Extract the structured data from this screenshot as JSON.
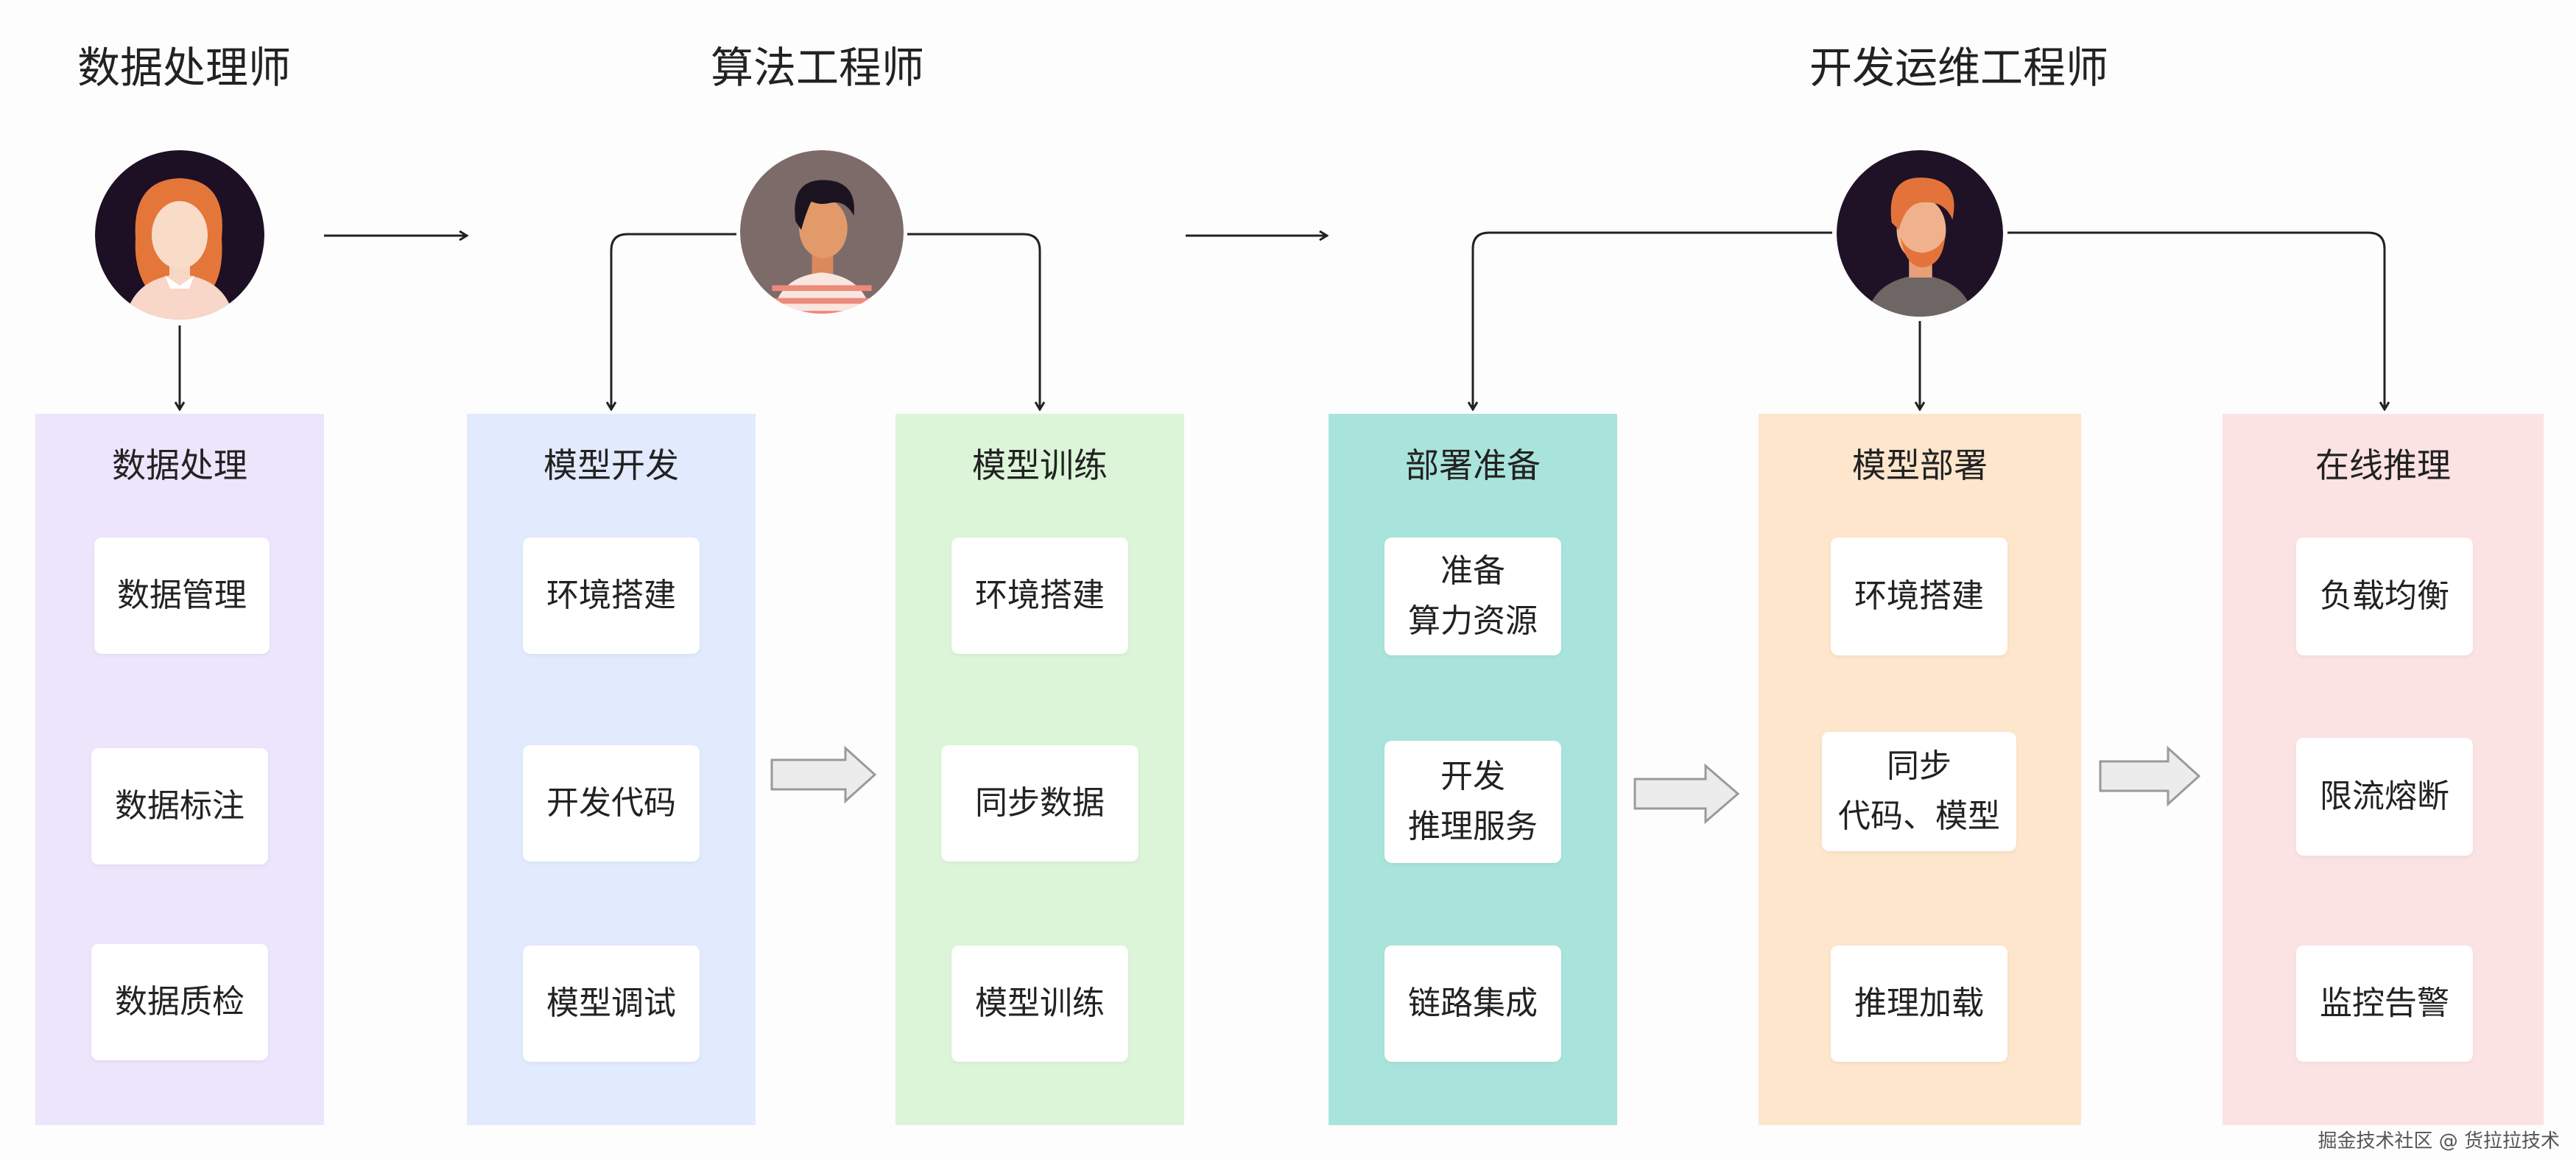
{
  "roles": [
    {
      "title": "数据处理师"
    },
    {
      "title": "算法工程师"
    },
    {
      "title": "开发运维工程师"
    }
  ],
  "stages": [
    {
      "title": "数据处理",
      "color": "#ede5fb",
      "tasks": [
        "数据管理",
        "数据标注",
        "数据质检"
      ]
    },
    {
      "title": "模型开发",
      "color": "#e2eafd",
      "tasks": [
        "环境搭建",
        "开发代码",
        "模型调试"
      ]
    },
    {
      "title": "模型训练",
      "color": "#dcf5d8",
      "tasks": [
        "环境搭建",
        "同步数据",
        "模型训练"
      ]
    },
    {
      "title": "部署准备",
      "color": "#a9e4dc",
      "tasks": [
        "准备\n算力资源",
        "开发\n推理服务",
        "链路集成"
      ]
    },
    {
      "title": "模型部署",
      "color": "#fde6cc",
      "tasks": [
        "环境搭建",
        "同步\n代码、模型",
        "推理加载"
      ]
    },
    {
      "title": "在线推理",
      "color": "#fce3e3",
      "tasks": [
        "负载均衡",
        "限流熔断",
        "监控告警"
      ]
    }
  ],
  "footer": {
    "text": "掘金技术社区 @ 货拉拉技术"
  },
  "colors": {
    "line": "#222222",
    "block_arrow_fill": "#ececec",
    "block_arrow_stroke": "#9a9a9a"
  }
}
